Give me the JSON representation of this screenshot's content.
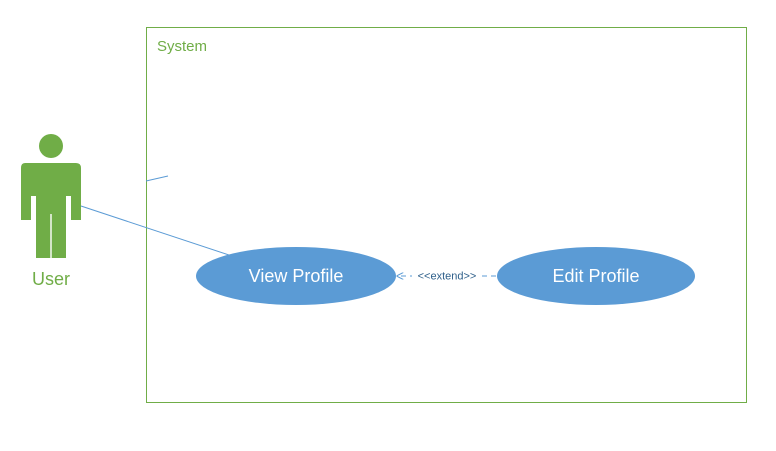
{
  "system": {
    "label": "System"
  },
  "actor": {
    "label": "User"
  },
  "use_cases": {
    "view_profile": "View Profile",
    "edit_profile": "Edit Profile"
  },
  "relationship": {
    "extend_label": "<<extend>>"
  },
  "colors": {
    "boundary": "#70ad47",
    "actor": "#70ad47",
    "use_case_fill": "#5b9bd5",
    "use_case_text": "#ffffff",
    "connector": "#5b9bd5",
    "extend_text": "#2e5f8a"
  }
}
